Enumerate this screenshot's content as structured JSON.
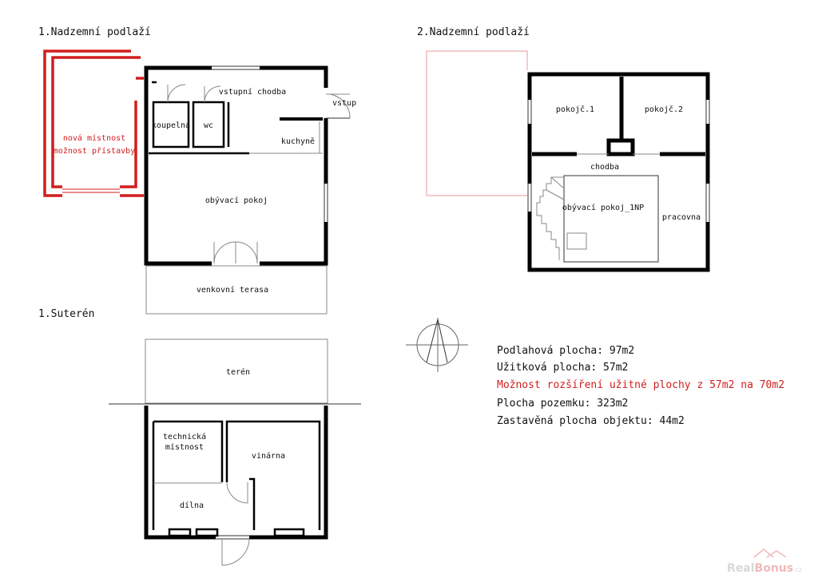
{
  "headings": {
    "floor1": "1.Nadzemní podlaží",
    "floor2": "2.Nadzemní podlaží",
    "basement": "1.Suterén"
  },
  "floor1": {
    "new_room_line1": "nová místnost",
    "new_room_line2": "možnost přístavby",
    "entrance_hall": "vstupní chodba",
    "entrance": "vstup",
    "bathroom": "koupelna",
    "wc": "wc",
    "kitchen": "kuchyně",
    "living_room": "obývací pokoj",
    "terrace": "venkovní terasa"
  },
  "floor2": {
    "room1": "pokojč.1",
    "room2": "pokojč.2",
    "corridor": "chodba",
    "living_room_1np": "obývací pokoj_1NP",
    "study": "pracovna"
  },
  "basement": {
    "terrain": "terén",
    "tech_room_line1": "technická",
    "tech_room_line2": "místnost",
    "wine_cellar": "vinárna",
    "workshop": "dílna"
  },
  "info": {
    "floor_area": "Podlahová plocha: 97m2",
    "usable_area": "Užitková plocha:  57m2",
    "expansion": "Možnost rozšíření užitné plochy z 57m2 na 70m2",
    "plot_area": "Plocha pozemku: 323m2",
    "built_area": "Zastavěná plocha objektu: 44m2"
  },
  "colors": {
    "walls": "#000000",
    "highlight": "#d21e1e",
    "text": "#111111"
  },
  "watermark": {
    "brand_part1": "Real",
    "brand_part2": "Bonus",
    "suffix": ".cz"
  }
}
